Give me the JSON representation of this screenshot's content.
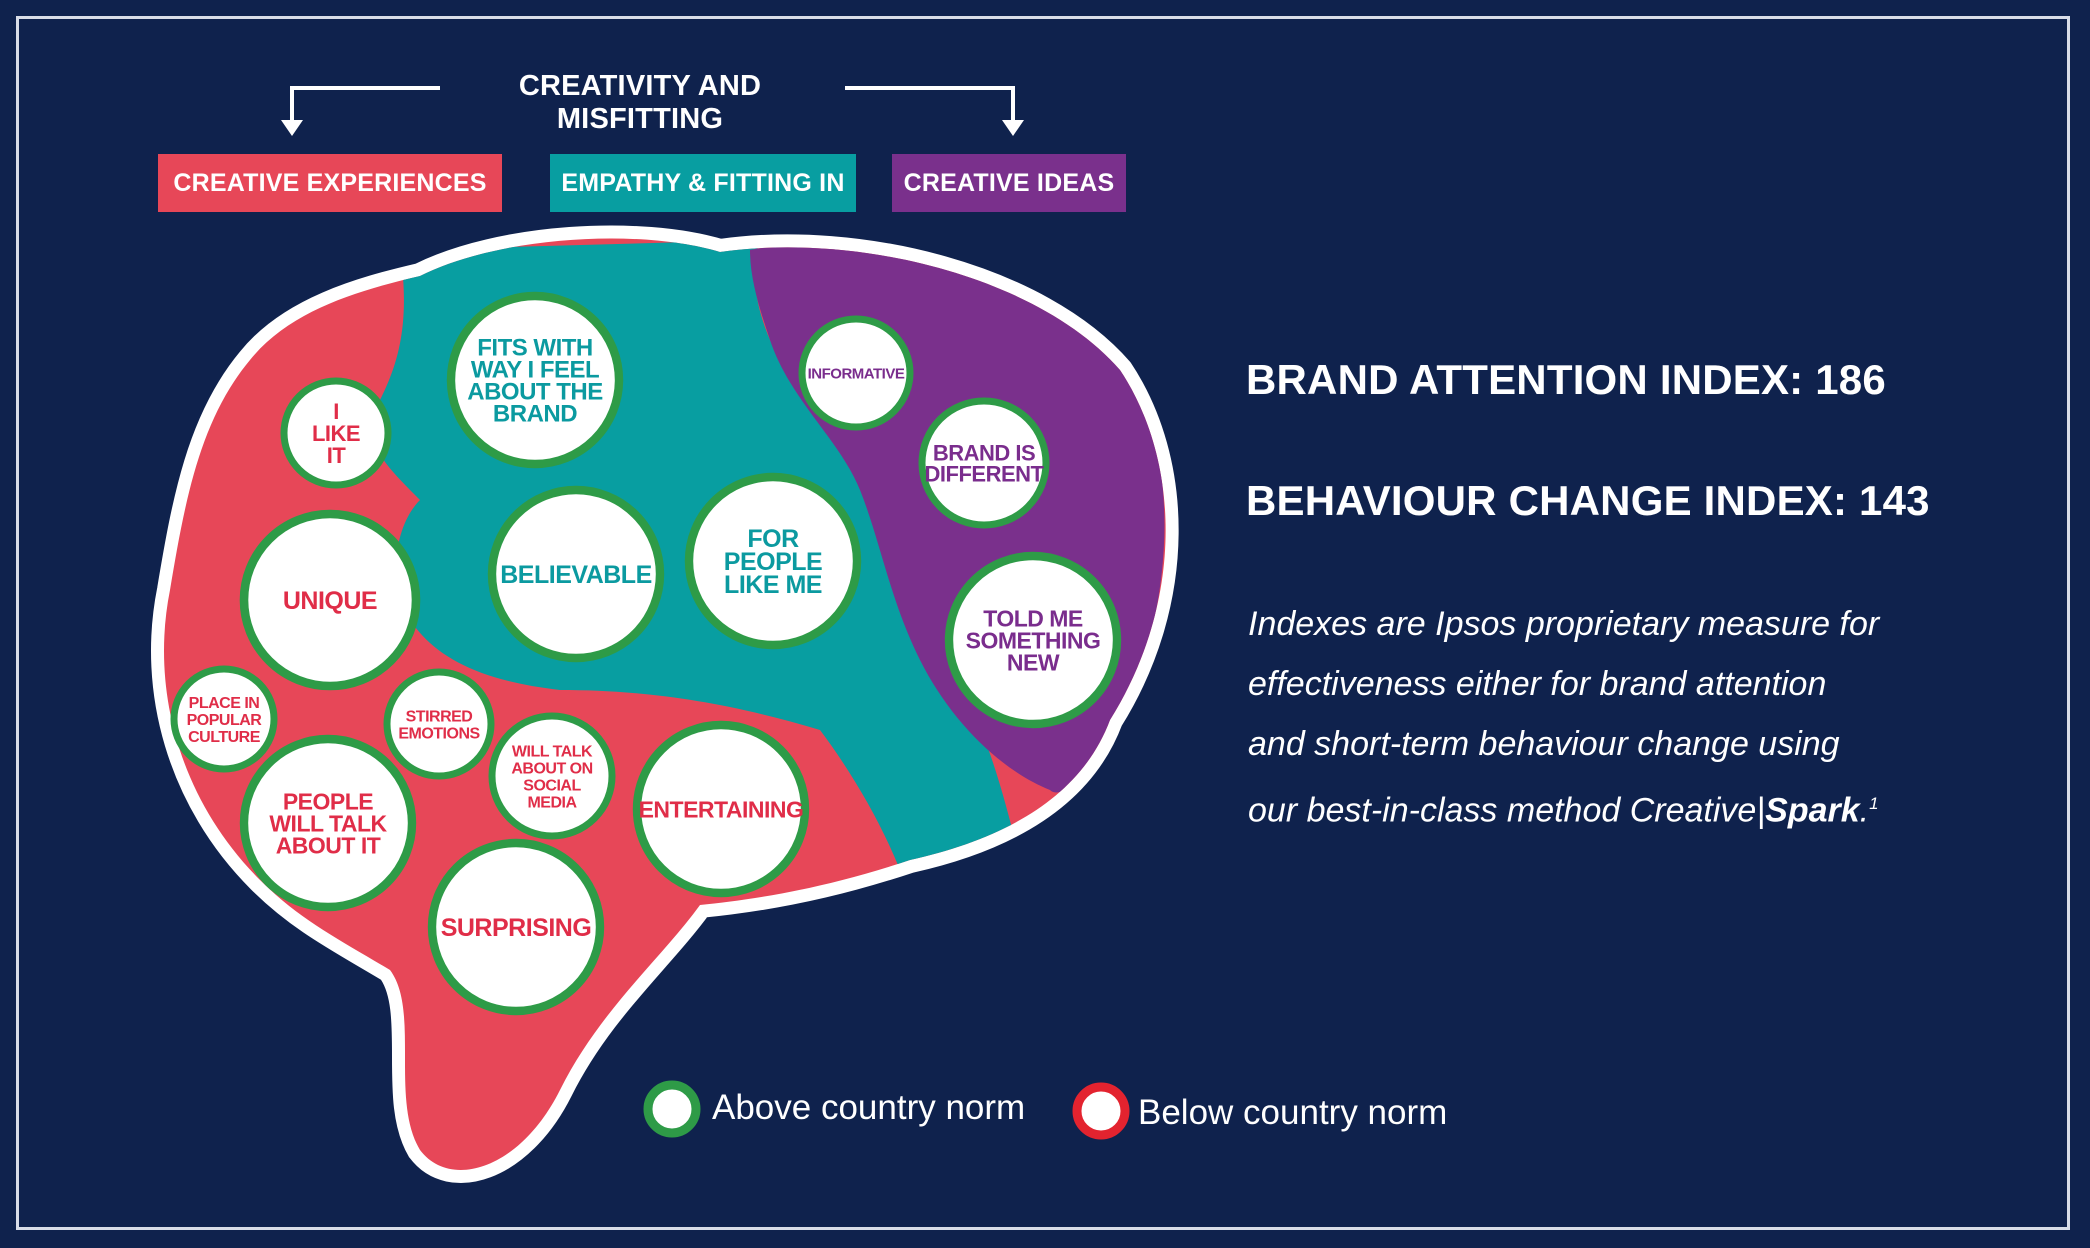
{
  "header": {
    "group_heading": "CREATIVITY AND MISFITTING",
    "categories": [
      {
        "label": "CREATIVE EXPERIENCES",
        "color": "#e74758"
      },
      {
        "label": "EMPATHY & FITTING IN",
        "color": "#089ea1"
      },
      {
        "label": "CREATIVE IDEAS",
        "color": "#7a308c"
      }
    ]
  },
  "bubbles": [
    {
      "lines": [
        "FITS WITH",
        "WAY I FEEL",
        "ABOUT THE",
        "BRAND"
      ],
      "region": "empathy",
      "norm": "above"
    },
    {
      "lines": [
        "BELIEVABLE"
      ],
      "region": "empathy",
      "norm": "above"
    },
    {
      "lines": [
        "FOR",
        "PEOPLE",
        "LIKE ME"
      ],
      "region": "empathy",
      "norm": "above"
    },
    {
      "lines": [
        "INFORMATIVE"
      ],
      "region": "ideas",
      "norm": "above"
    },
    {
      "lines": [
        "BRAND IS",
        "DIFFERENT"
      ],
      "region": "ideas",
      "norm": "above"
    },
    {
      "lines": [
        "TOLD ME",
        "SOMETHING",
        "NEW"
      ],
      "region": "ideas",
      "norm": "above"
    },
    {
      "lines": [
        "I",
        "LIKE",
        "IT"
      ],
      "region": "experiences",
      "norm": "above"
    },
    {
      "lines": [
        "UNIQUE"
      ],
      "region": "experiences",
      "norm": "above"
    },
    {
      "lines": [
        "PLACE IN",
        "POPULAR",
        "CULTURE"
      ],
      "region": "experiences",
      "norm": "above"
    },
    {
      "lines": [
        "STIRRED",
        "EMOTIONS"
      ],
      "region": "experiences",
      "norm": "above"
    },
    {
      "lines": [
        "WILL TALK",
        "ABOUT ON",
        "SOCIAL",
        "MEDIA"
      ],
      "region": "experiences",
      "norm": "above"
    },
    {
      "lines": [
        "PEOPLE",
        "WILL TALK",
        "ABOUT IT"
      ],
      "region": "experiences",
      "norm": "above"
    },
    {
      "lines": [
        "ENTERTAINING"
      ],
      "region": "experiences",
      "norm": "above"
    },
    {
      "lines": [
        "SURPRISING"
      ],
      "region": "experiences",
      "norm": "above"
    }
  ],
  "indexes": {
    "brand_attention": "BRAND ATTENTION INDEX: 186",
    "behaviour_change": "BEHAVIOUR CHANGE INDEX: 143"
  },
  "description": {
    "text": "Indexes are Ipsos proprietary measure for effectiveness either for brand attention and short-term behaviour change using our best-in-class method Creative|",
    "bold": "Spark",
    "suffix": ".",
    "footnote": "1"
  },
  "legend": {
    "above_label": "Above country norm",
    "below_label": "Below country norm",
    "above_color": "#2e9b47",
    "below_color": "#e3232f"
  },
  "colors": {
    "background": "#0f224d",
    "experiences": "#e74758",
    "empathy": "#089ea1",
    "ideas": "#7a308c",
    "experiences_text": "#e02d48",
    "empathy_text": "#0b9aa0",
    "ideas_text": "#7a2d8d"
  }
}
